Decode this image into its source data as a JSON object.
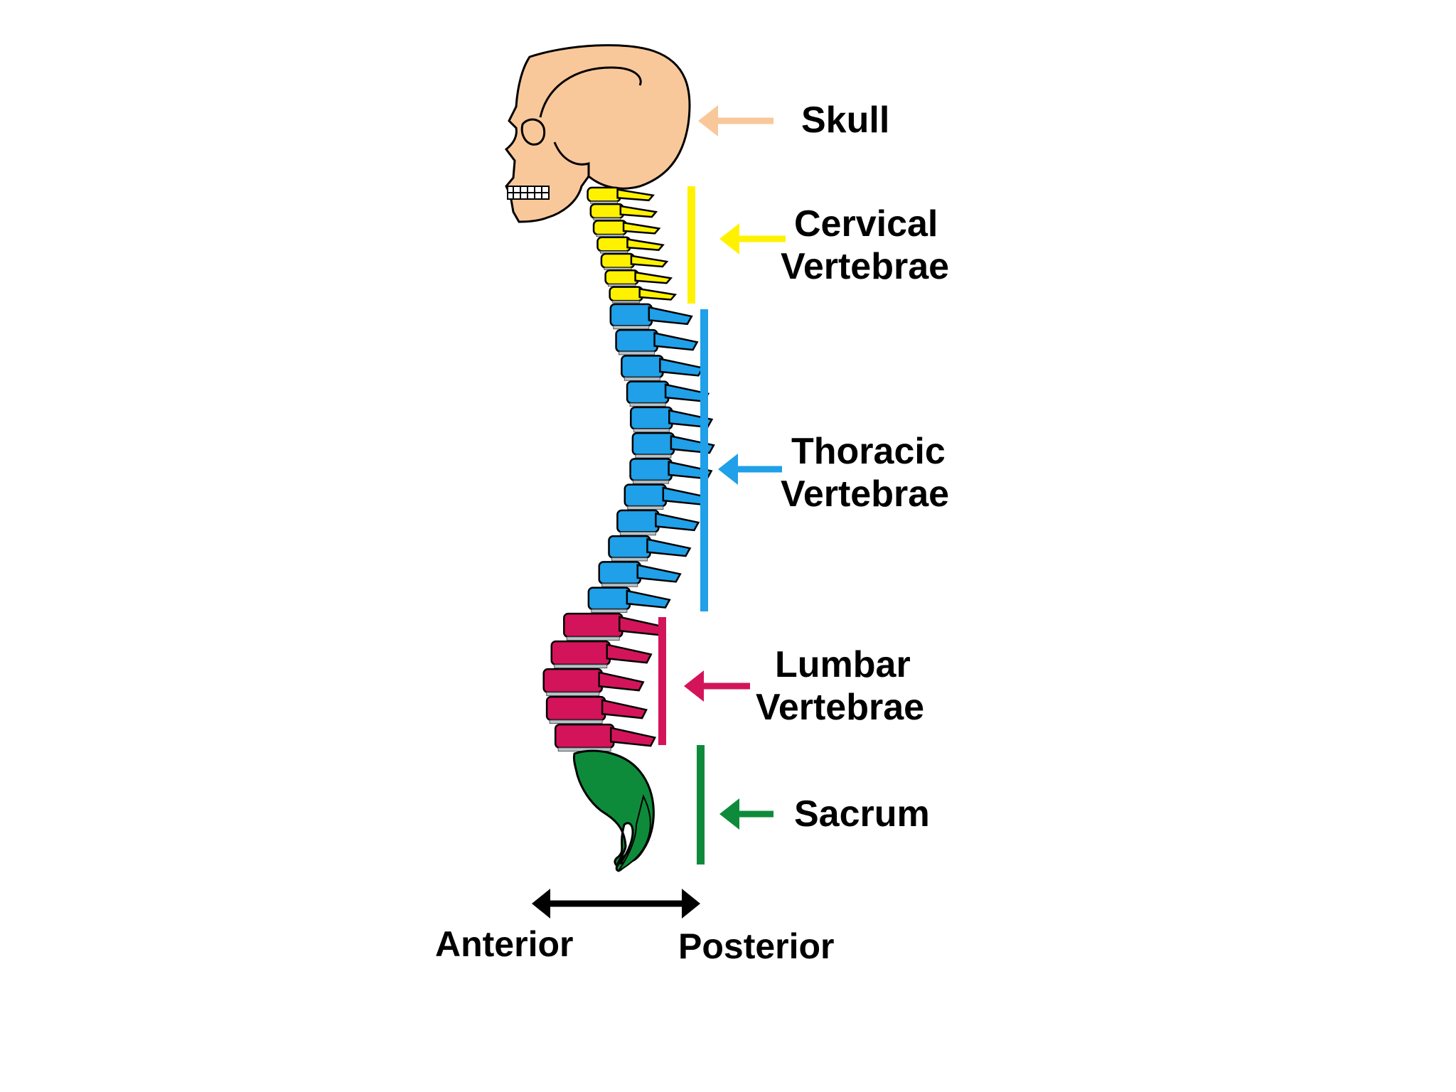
{
  "labels": {
    "skull": "Skull",
    "cervical_line1": "Cervical",
    "cervical_line2": "Vertebrae",
    "thoracic_line1": "Thoracic",
    "thoracic_line2": "Vertebrae",
    "lumbar_line1": "Lumbar",
    "lumbar_line2": "Vertebrae",
    "sacrum": "Sacrum",
    "anterior": "Anterior",
    "posterior": "Posterior"
  },
  "colors": {
    "skull": "#F9C89A",
    "cervical": "#FFF200",
    "thoracic": "#1FA0E8",
    "lumbar": "#D4145A",
    "sacrum": "#0E8B3A",
    "outline": "#000000"
  },
  "vertebra_counts": {
    "cervical": 7,
    "thoracic": 12,
    "lumbar": 5
  },
  "icons": {
    "region_pointer": "left-arrow-icon",
    "orientation": "double-headed-arrow-icon"
  }
}
